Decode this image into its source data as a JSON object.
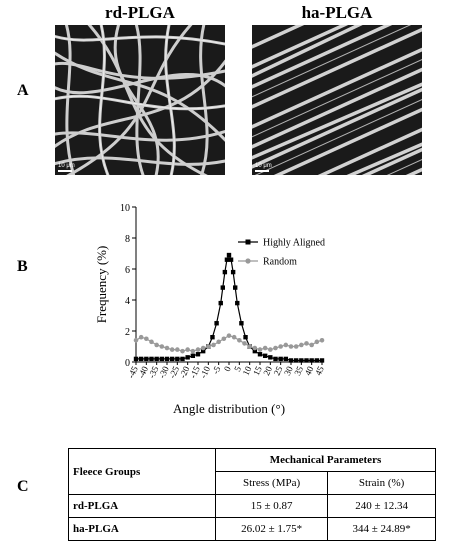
{
  "titles": {
    "left": "rd-PLGA",
    "right": "ha-PLGA"
  },
  "panels": {
    "a": "A",
    "b": "B",
    "c": "C"
  },
  "images": {
    "left_scale": "10 μm",
    "right_scale": "10 μm"
  },
  "chart_data": {
    "type": "line",
    "xlabel": "Angle distribution (°)",
    "ylabel": "Frequency (%)",
    "ylim": [
      0,
      10
    ],
    "yticks": [
      0,
      2,
      4,
      6,
      8,
      10
    ],
    "xticks": [
      "-45",
      "-40",
      "-35",
      "-30",
      "-25",
      "-20",
      "-15",
      "-10",
      "-5",
      "0",
      "5",
      "10",
      "15",
      "20",
      "25",
      "30",
      "35",
      "40",
      "45"
    ],
    "xlim": [
      -45,
      45
    ],
    "legend_position": "right",
    "series": [
      {
        "name": "Highly Aligned",
        "color": "#000000",
        "marker": "square",
        "x": [
          -45,
          -42.5,
          -40,
          -37.5,
          -35,
          -32.5,
          -30,
          -27.5,
          -25,
          -22.5,
          -20,
          -17.5,
          -15,
          -12.5,
          -10,
          -8,
          -6,
          -4,
          -3,
          -2,
          -1,
          0,
          1,
          2,
          3,
          4,
          6,
          8,
          10,
          12.5,
          15,
          17.5,
          20,
          22.5,
          25,
          27.5,
          30,
          32.5,
          35,
          37.5,
          40,
          42.5,
          45
        ],
        "y": [
          0.2,
          0.2,
          0.2,
          0.2,
          0.2,
          0.2,
          0.2,
          0.2,
          0.2,
          0.2,
          0.3,
          0.4,
          0.5,
          0.7,
          1.0,
          1.6,
          2.5,
          3.8,
          4.8,
          5.8,
          6.6,
          6.9,
          6.6,
          5.8,
          4.8,
          3.8,
          2.5,
          1.6,
          1.0,
          0.7,
          0.5,
          0.4,
          0.3,
          0.2,
          0.2,
          0.2,
          0.1,
          0.1,
          0.1,
          0.1,
          0.1,
          0.1,
          0.1
        ]
      },
      {
        "name": "Random",
        "color": "#999999",
        "marker": "circle",
        "x": [
          -45,
          -42.5,
          -40,
          -37.5,
          -35,
          -32.5,
          -30,
          -27.5,
          -25,
          -22.5,
          -20,
          -17.5,
          -15,
          -12.5,
          -10,
          -7.5,
          -5,
          -2.5,
          0,
          2.5,
          5,
          7.5,
          10,
          12.5,
          15,
          17.5,
          20,
          22.5,
          25,
          27.5,
          30,
          32.5,
          35,
          37.5,
          40,
          42.5,
          45
        ],
        "y": [
          1.4,
          1.6,
          1.5,
          1.3,
          1.1,
          1.0,
          0.9,
          0.8,
          0.8,
          0.7,
          0.8,
          0.7,
          0.8,
          0.9,
          1.0,
          1.1,
          1.3,
          1.5,
          1.7,
          1.6,
          1.4,
          1.2,
          1.0,
          0.9,
          0.8,
          0.9,
          0.8,
          0.9,
          1.0,
          1.1,
          1.0,
          1.0,
          1.1,
          1.2,
          1.1,
          1.3,
          1.4
        ]
      }
    ]
  },
  "table": {
    "header_left": "Fleece Groups",
    "header_group": "Mechanical Parameters",
    "col_stress": "Stress (MPa)",
    "col_strain": "Strain (%)",
    "rows": [
      {
        "group": "rd-PLGA",
        "stress": "15 ± 0.87",
        "strain": "240 ± 12.34"
      },
      {
        "group": "ha-PLGA",
        "stress": "26.02 ± 1.75*",
        "strain": "344 ± 24.89*"
      }
    ]
  }
}
